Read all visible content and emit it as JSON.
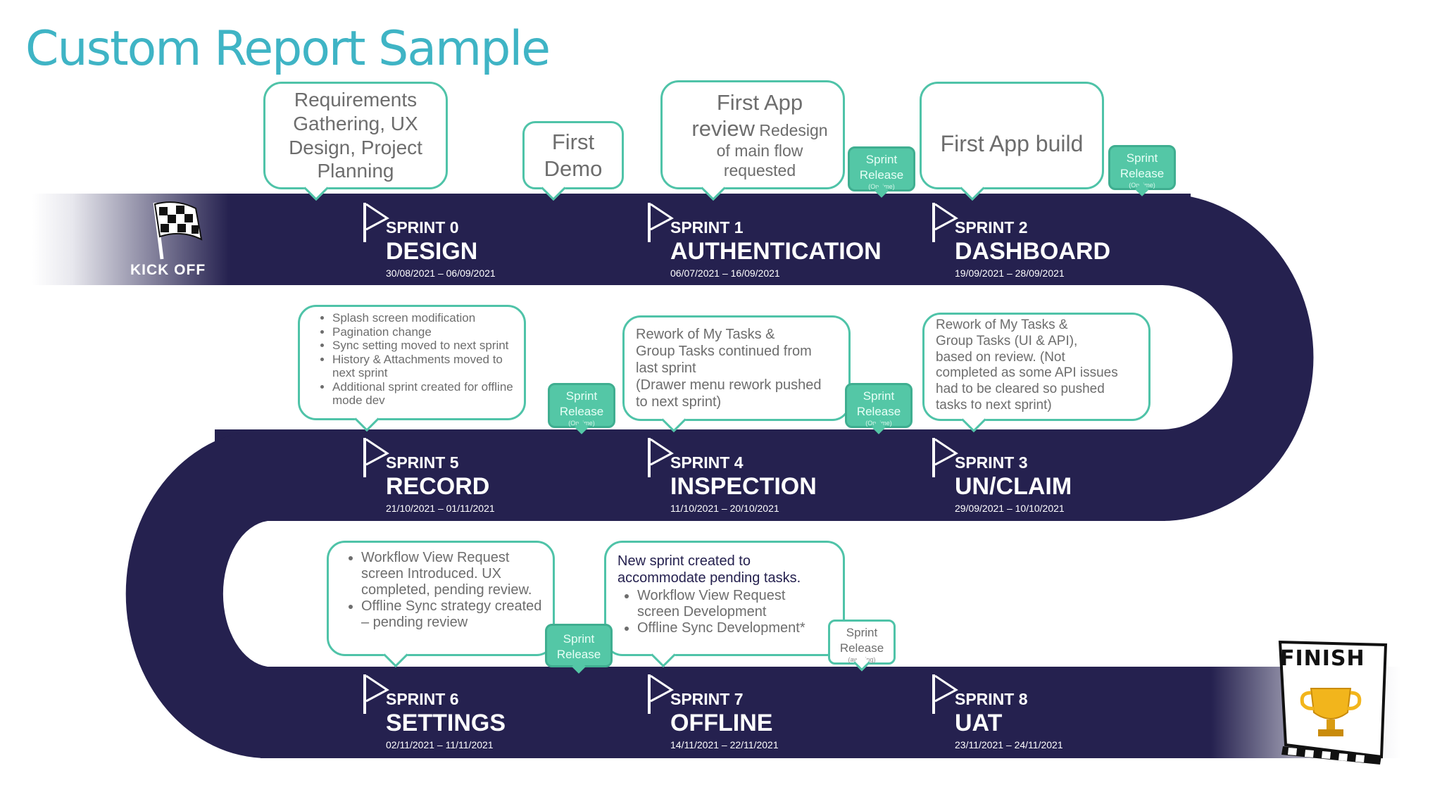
{
  "title": "Custom Report Sample",
  "colors": {
    "track": "#25214f",
    "accent": "#4fc3a8",
    "title": "#3fb4c5"
  },
  "start_label": "KICK OFF",
  "finish_label": "FINISH",
  "sprints": [
    {
      "number": "SPRINT 0",
      "name": "DESIGN",
      "dates": "30/08/2021 – 06/09/2021"
    },
    {
      "number": "SPRINT 1",
      "name": "AUTHENTICATION",
      "dates": "06/07/2021 – 16/09/2021"
    },
    {
      "number": "SPRINT 2",
      "name": "DASHBOARD",
      "dates": "19/09/2021 – 28/09/2021"
    },
    {
      "number": "SPRINT 3",
      "name": "UN/CLAIM",
      "dates": "29/09/2021 – 10/10/2021"
    },
    {
      "number": "SPRINT 4",
      "name": "INSPECTION",
      "dates": "11/10/2021 – 20/10/2021"
    },
    {
      "number": "SPRINT 5",
      "name": "RECORD",
      "dates": "21/10/2021 – 01/11/2021"
    },
    {
      "number": "SPRINT 6",
      "name": "SETTINGS",
      "dates": "02/11/2021 – 11/11/2021"
    },
    {
      "number": "SPRINT 7",
      "name": "OFFLINE",
      "dates": "14/11/2021 – 22/11/2021"
    },
    {
      "number": "SPRINT 8",
      "name": "UAT",
      "dates": "23/11/2021 – 24/11/2021"
    }
  ],
  "callouts": {
    "requirements": "Requirements\nGathering, UX\nDesign, Project\nPlanning",
    "first_demo": "First\nDemo",
    "first_app_review": {
      "big": "First App\nreview",
      "small": " Redesign\nof main flow\nrequested"
    },
    "first_app_build": "First App build",
    "sprint5_notes": [
      "Splash screen modification",
      "Pagination change",
      "Sync setting moved to next sprint",
      "History & Attachments moved to next sprint",
      "Additional sprint created for offline mode dev"
    ],
    "sprint4_notes": "Rework of My Tasks &\nGroup Tasks continued from\nlast sprint\n(Drawer menu rework pushed\nto next sprint)",
    "sprint3_notes": "Rework of My Tasks &\nGroup Tasks (UI & API),\nbased on review. (Not\ncompleted as some API issues\nhad to be cleared so pushed\ntasks to next sprint)",
    "sprint6_notes": [
      "Workflow View Request screen Introduced. UX completed, pending review.",
      "Offline Sync strategy created – pending review"
    ],
    "sprint7_intro": "New sprint created to\naccommodate pending tasks.",
    "sprint7_notes": [
      "Workflow View Request screen Development",
      "Offline Sync Development*"
    ]
  },
  "release_badges": [
    {
      "label": "Sprint\nRelease",
      "status": "(On time)"
    },
    {
      "label": "Sprint\nRelease",
      "status": "(On time)"
    },
    {
      "label": "Sprint\nRelease",
      "status": "(On time)"
    },
    {
      "label": "Sprint\nRelease",
      "status": "(On time)"
    },
    {
      "label": "Sprint\nRelease",
      "status": ""
    },
    {
      "label": "Sprint\nRelease",
      "status": "(awaiting)"
    }
  ]
}
